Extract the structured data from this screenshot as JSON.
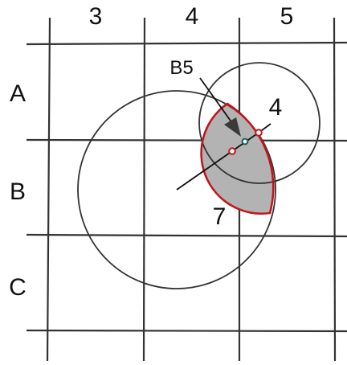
{
  "columns": [
    "3",
    "4",
    "5"
  ],
  "rows": [
    "A",
    "B",
    "C"
  ],
  "callout": {
    "label": "B5"
  },
  "circles": {
    "large": {
      "label": "7"
    },
    "small": {
      "label": "4"
    }
  },
  "colors": {
    "grid": "#333333",
    "circle": "#333333",
    "overlap_fill": "#b3b3b3",
    "overlap_outline": "#c0161b",
    "point_fill": "#ffffff"
  }
}
